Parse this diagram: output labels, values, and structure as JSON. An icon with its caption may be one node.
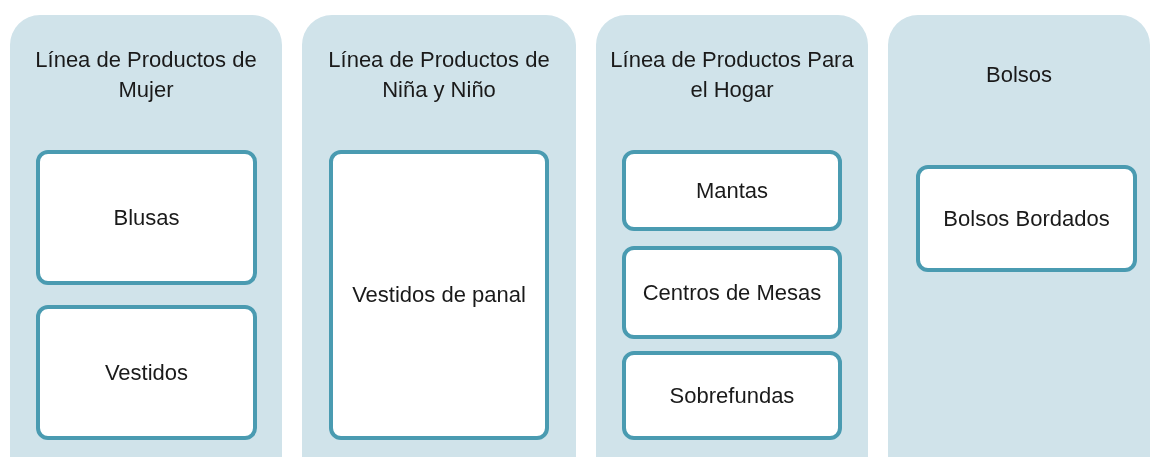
{
  "diagram": {
    "nodes": [
      {
        "text": [
          "Línea de Productos de Mujer"
        ]
      },
      {
        "text": [
          "Blusas"
        ],
        "in": 0
      },
      {
        "text": [
          "Vestidos"
        ],
        "in": 0
      },
      {
        "text": [
          "Línea de Productos de Niña y Niño"
        ]
      },
      {
        "text": [
          "Vestidos de panal"
        ],
        "in": 3
      },
      {
        "text": [
          "Línea de Productos Para el Hogar"
        ]
      },
      {
        "text": [
          "Mantas"
        ],
        "in": 5
      },
      {
        "text": [
          "Centros de Mesas"
        ],
        "in": 5
      },
      {
        "text": [
          "Sobrefundas"
        ],
        "in": 5
      },
      {
        "text": [
          "Bolsos"
        ]
      },
      {
        "text": [
          "Bolsos Bordados"
        ],
        "in": 9
      }
    ]
  }
}
